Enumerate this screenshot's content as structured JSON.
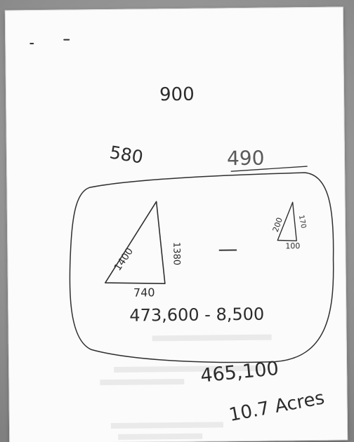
{
  "notes": {
    "top": "900",
    "left": "580",
    "right": "490",
    "big_triangle": {
      "hyp": "1400",
      "side": "1380",
      "base": "740"
    },
    "small_triangle": {
      "hyp": "200",
      "side": "170",
      "base": "100"
    },
    "minus": "—",
    "difference": "473,600 - 8,500",
    "result": "465,100",
    "acres": "10.7 Acres"
  }
}
